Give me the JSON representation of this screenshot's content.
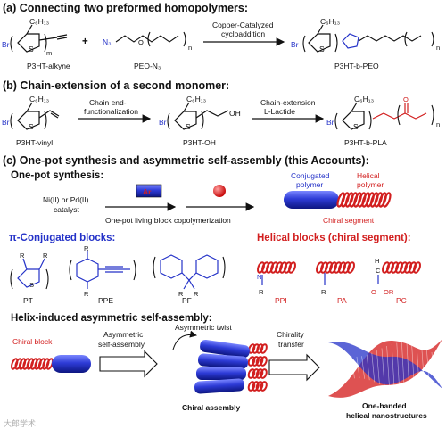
{
  "sections": {
    "a": {
      "title": "(a) Connecting two preformed homopolymers:",
      "reactant1": "P3HT-alkyne",
      "plus": "+",
      "reactant2": "PEO-N₃",
      "n3": "N₃",
      "arrow_line1": "Copper-Catalyzed",
      "arrow_line2": "cycloaddition",
      "product": "P3HT-b-PEO",
      "hexyl": "C₆H₁₃",
      "br": "Br",
      "s": "S",
      "m": "m",
      "n": "n",
      "o": "O"
    },
    "b": {
      "title": "(b) Chain-extension of a second monomer:",
      "start": "P3HT-vinyl",
      "arrow1_line1": "Chain end-",
      "arrow1_line2": "functionalization",
      "middle": "P3HT-OH",
      "oh": "OH",
      "arrow2_line1": "Chain-extension",
      "arrow2_line2": "L-Lactide",
      "product": "P3HT-b-PLA"
    },
    "c": {
      "title": "(c) One-pot synthesis and asymmetric self-assembly (this Accounts):",
      "onepot_title": "One-pot synthesis:",
      "catalyst_line1": "Ni(II) or Pd(II)",
      "catalyst_line2": "catalyst",
      "ar": "Ar",
      "process": "One-pot living block copolymerization",
      "conjugated_line1": "Conjugated",
      "conjugated_line2": "polymer",
      "helical_line1": "Helical",
      "helical_line2": "polymer",
      "chiral_segment": "Chiral segment",
      "conj_blocks_title": "π-Conjugated blocks:",
      "helical_blocks_title": "Helical blocks (chiral segment):",
      "blocks": [
        "PT",
        "PPE",
        "PF",
        "PPI",
        "PA",
        "PC"
      ],
      "r": "R",
      "or": "OR",
      "h": "H",
      "c": "C",
      "nn": "N",
      "helix_title": "Helix-induced asymmetric self-assembly:",
      "chiral_block": "Chiral block",
      "asym_line1": "Asymmetric",
      "asym_line2": "self-assembly",
      "asym_twist": "Asymmetric twist",
      "chiral_assembly": "Chiral assembly",
      "transfer_line1": "Chirality",
      "transfer_line2": "transfer",
      "nano_line1": "One-handed",
      "nano_line2": "helical nanostructures"
    }
  },
  "watermark": "大郎学术",
  "colors": {
    "blue": "#2432c8",
    "red": "#d21f1f",
    "arrowhead": "#ffffff"
  }
}
